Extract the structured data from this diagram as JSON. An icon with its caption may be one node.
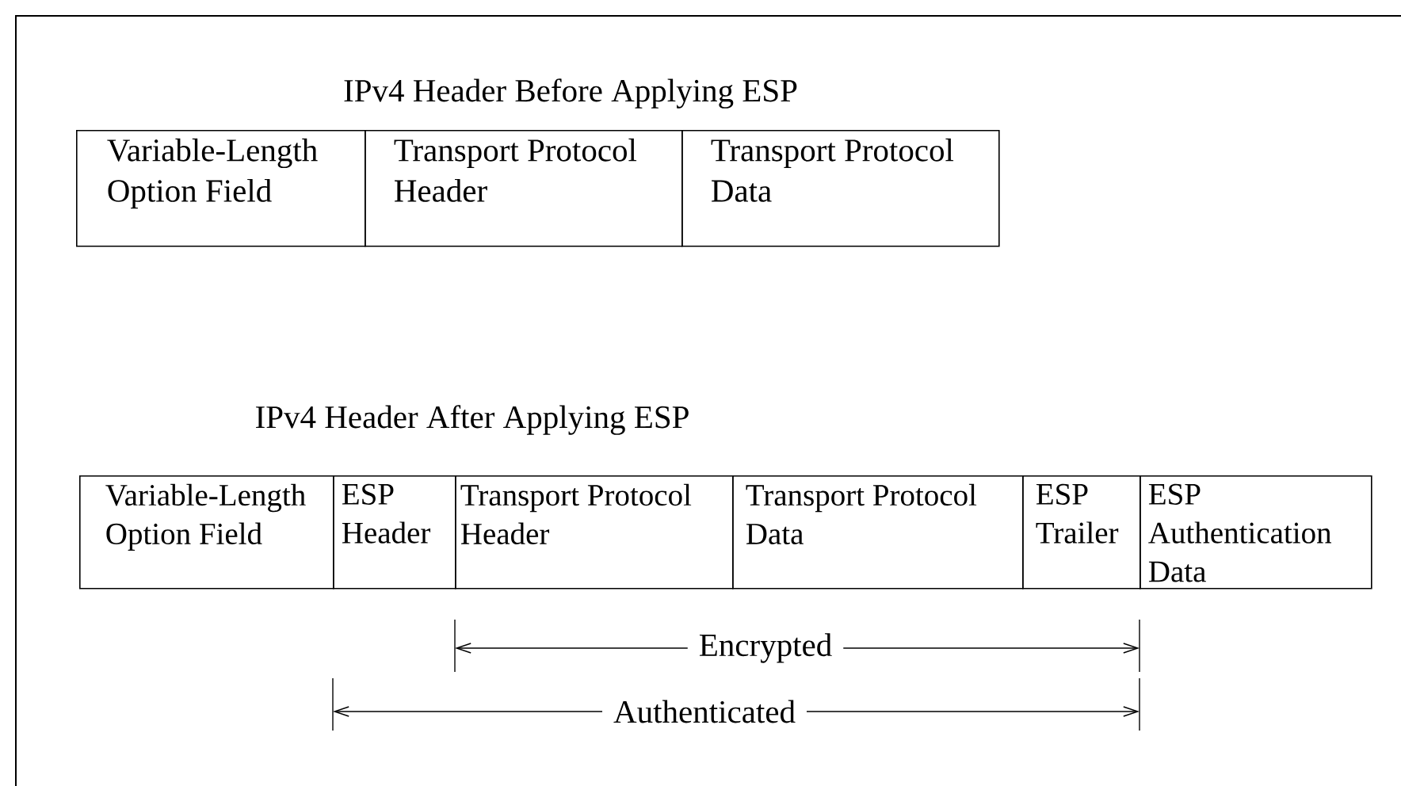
{
  "diagram": {
    "nodes": [
      {
        "text": [
          "Variable-Length Option Field"
        ]
      },
      {
        "text": [
          "Transport Protocol Header"
        ]
      },
      {
        "text": [
          "Transport Protocol Data"
        ]
      },
      {
        "text": [
          "Variable-Length Option Field"
        ]
      },
      {
        "text": [
          "ESP Header"
        ]
      },
      {
        "text": [
          "Transport Protocol Header"
        ]
      },
      {
        "text": [
          "Transport Protocol Data"
        ]
      },
      {
        "text": [
          "ESP Trailer"
        ]
      },
      {
        "text": [
          "ESP Authentication Data"
        ]
      }
    ],
    "labels": [
      "IPv4 Header Before Applying ESP",
      "IPv4 Header After Applying ESP",
      "Encrypted",
      "Authenticated"
    ]
  }
}
